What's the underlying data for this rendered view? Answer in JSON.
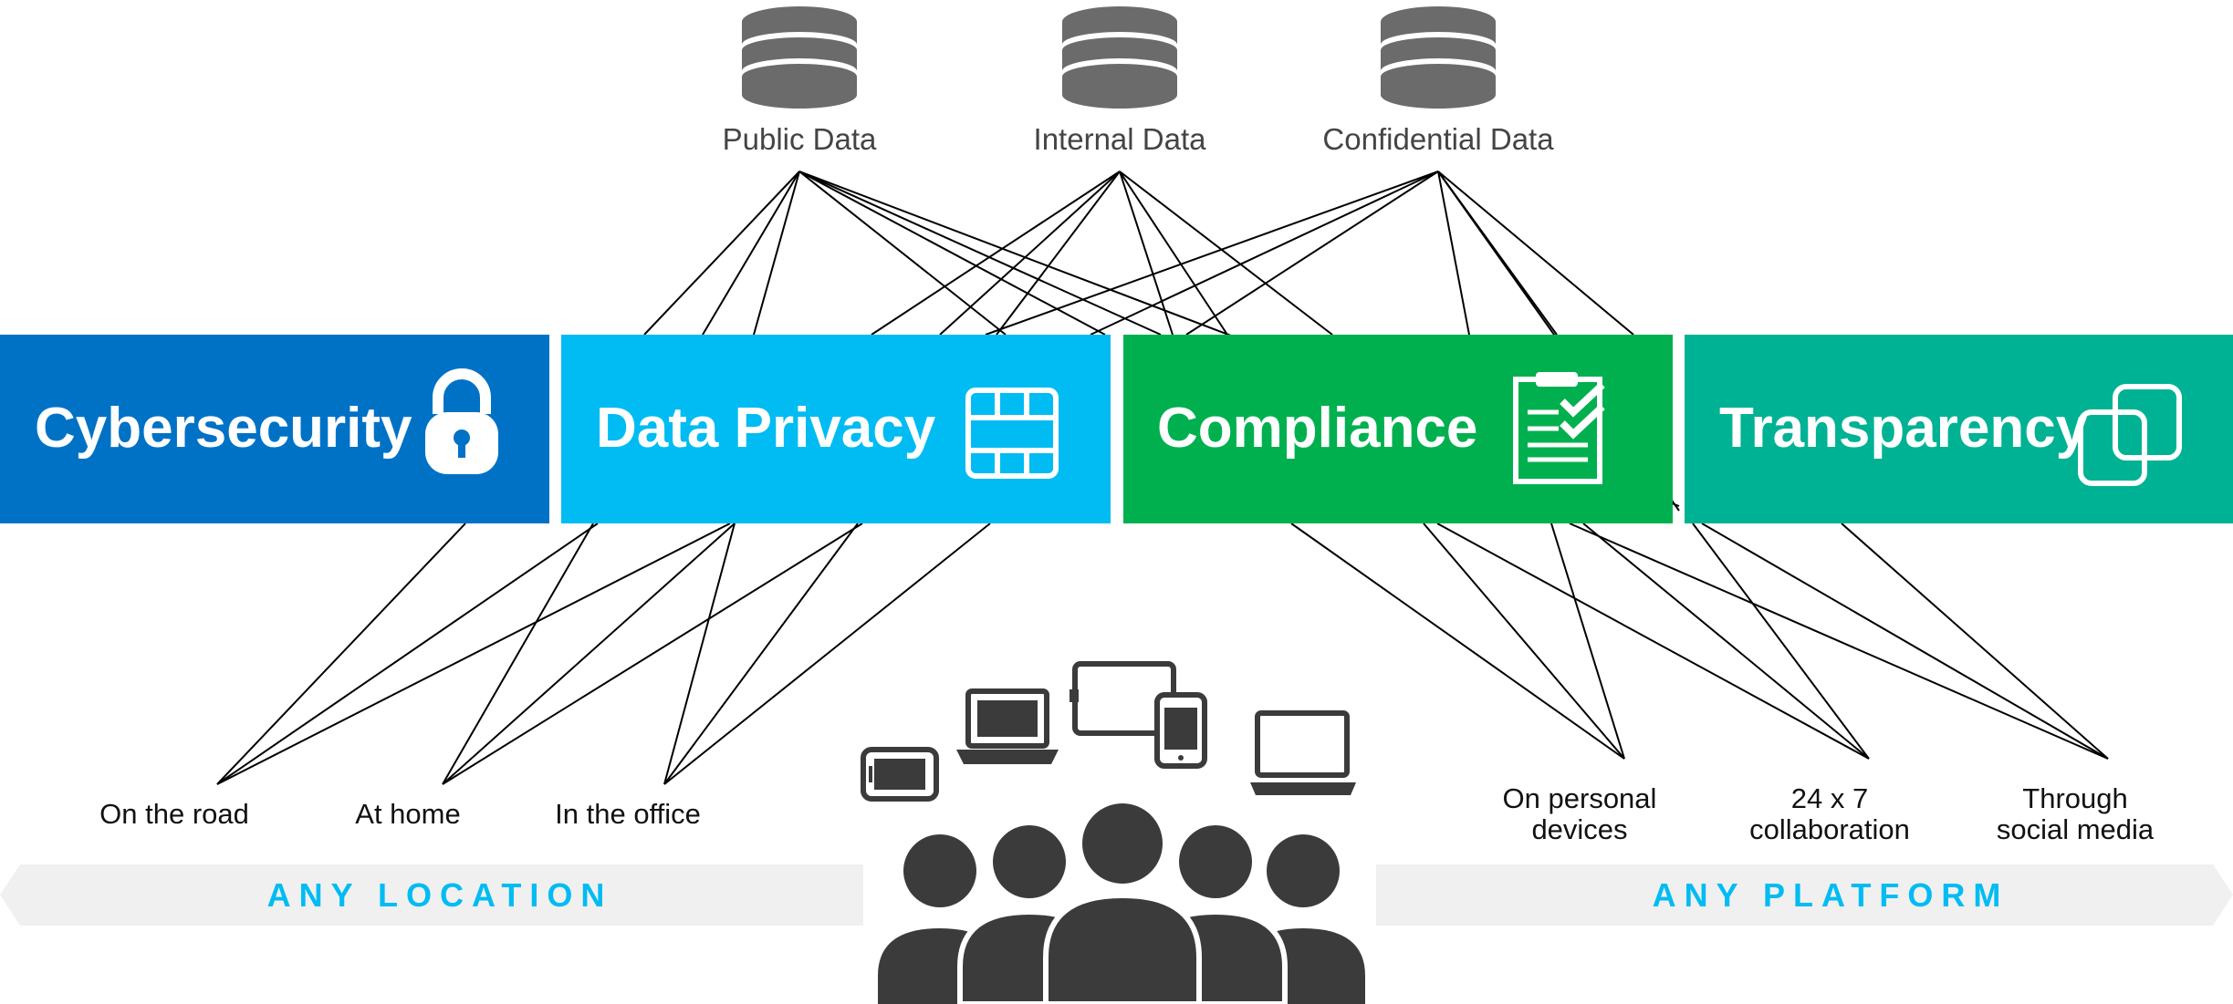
{
  "colors": {
    "cybersecurity": "#0072c6",
    "data_privacy": "#00bcf2",
    "compliance": "#00b04f",
    "transparency": "#00b294",
    "icon_gray": "#6b6b6b",
    "people_gray": "#3b3b3b",
    "banner_gray": "#f0f0f0",
    "banner_text": "#00bcf2",
    "line": "#000000",
    "label": "#444444"
  },
  "data_sources": [
    {
      "label": "Public Data",
      "icon": "database-icon"
    },
    {
      "label": "Internal Data",
      "icon": "database-icon"
    },
    {
      "label": "Confidential Data",
      "icon": "database-icon"
    }
  ],
  "pillars": [
    {
      "label": "Cybersecurity",
      "icon": "padlock-icon",
      "color": "#0072c6"
    },
    {
      "label": "Data Privacy",
      "icon": "grid-icon",
      "color": "#00bcf2"
    },
    {
      "label": "Compliance",
      "icon": "clipboard-check-icon",
      "color": "#00b04f"
    },
    {
      "label": "Transparency",
      "icon": "overlap-squares-icon",
      "color": "#00b294"
    }
  ],
  "locations": [
    "On the road",
    "At home",
    "In the office"
  ],
  "platforms": [
    [
      "On personal",
      "devices"
    ],
    [
      "24 x 7",
      "collaboration"
    ],
    [
      "Through",
      "social media"
    ]
  ],
  "banners": {
    "left": "ANY LOCATION",
    "right": "ANY PLATFORM"
  },
  "center_icons": [
    "phone-landscape-icon",
    "laptop-icon",
    "tablet-icon",
    "smartphone-icon",
    "laptop-icon",
    "people-group-icon"
  ]
}
